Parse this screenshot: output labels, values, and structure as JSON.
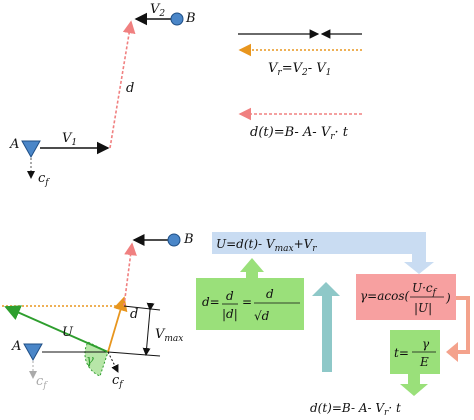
{
  "colors": {
    "black": "#111111",
    "red_dashed": "#f08080",
    "orange_dotted": "#e8961e",
    "green_arrow": "#2e9e2e",
    "blue_ball": "#4a86c8",
    "green_box": "#9ae07a",
    "red_box": "#f7a0a0",
    "light_blue_box": "#c9dcf2",
    "teal_arrow": "#8ec8c8",
    "light_blue_arrow": "#c9dcf2",
    "orange_arrow": "#f4a28c"
  },
  "top": {
    "label_A": "A",
    "label_B": "B",
    "label_d": "d",
    "label_V1": "V",
    "sub_V1": "1",
    "label_V2": "V",
    "sub_V2": "2",
    "label_cf": "c",
    "sub_cf": "f",
    "legend_vr": "V",
    "legend_vr_sub": "r",
    "legend_eq1_rhs": "=V",
    "legend_eq1_rhs_sub2": "2",
    "legend_eq1_mid": "- V",
    "legend_eq1_sub1": "1",
    "legend_eq2": "d(t)=B- A- V",
    "legend_eq2_sub": "r",
    "legend_eq2_tail": "· t"
  },
  "bottom": {
    "label_A": "A",
    "label_B": "B",
    "label_d": "d",
    "label_U": "U",
    "label_Vmax": "V",
    "sub_Vmax": "max",
    "label_cf": "c",
    "sub_cf": "f",
    "label_cf_gray": "c",
    "sub_cf_gray": "f",
    "label_gamma": "γ",
    "eq_U": "U=d(t)- V",
    "eq_U_sub": "max",
    "eq_U_tail": "+V",
    "eq_U_tail_sub": "r",
    "eq_dhat": "d=",
    "eq_dhat_num": "d",
    "eq_dhat_den": "|d|",
    "eq_dhat_eq": "=",
    "eq_dhat_num2": "d",
    "eq_dhat_den2": "√d",
    "eq_gamma": "γ=acos(",
    "eq_gamma_num": "U·c",
    "eq_gamma_num_sub": "f",
    "eq_gamma_den": "|U|",
    "eq_gamma_close": ")",
    "eq_t": "t=",
    "eq_t_num": "γ",
    "eq_t_den": "E",
    "eq_d_bottom": "d(t)=B- A- V",
    "eq_d_bottom_sub": "r",
    "eq_d_bottom_tail": "· t"
  }
}
